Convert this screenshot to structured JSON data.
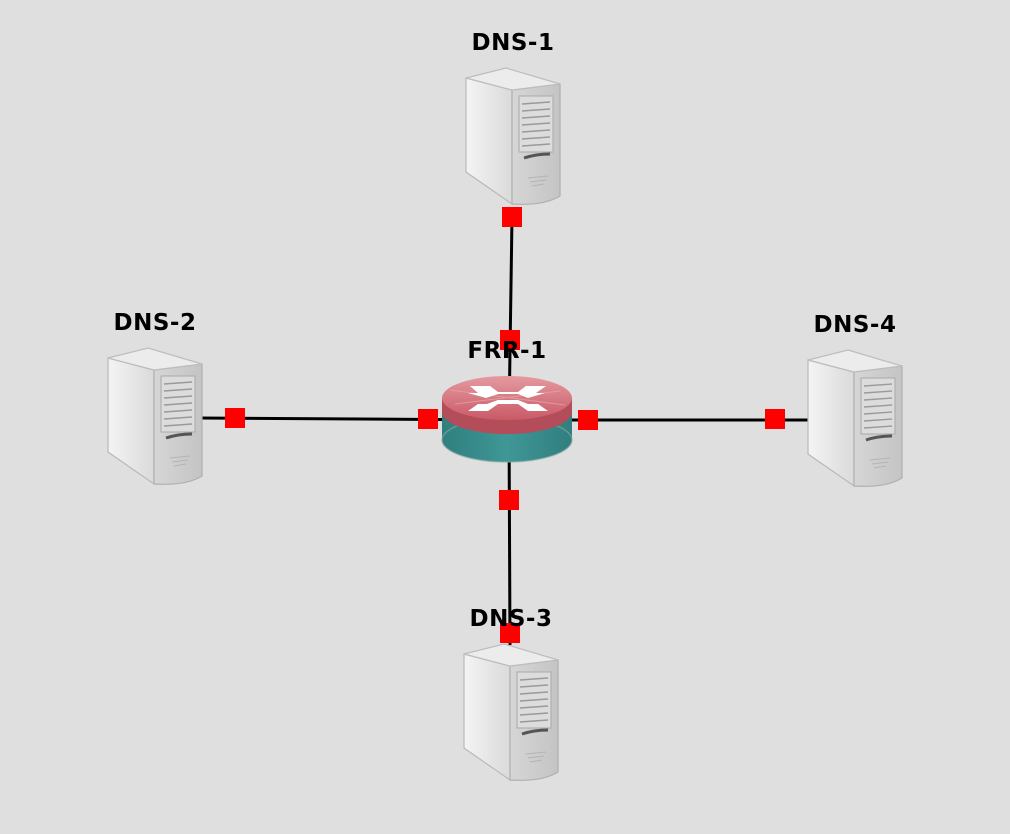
{
  "canvas": {
    "background": "#dfdfdf"
  },
  "colors": {
    "port": "#ff0000",
    "link": "#000000",
    "router_top": "#d9707a",
    "router_body": "#3c8f8e",
    "server_body": "#e8e8e8"
  },
  "nodes": [
    {
      "id": "dns1",
      "label": "DNS-1",
      "icon": "server-icon"
    },
    {
      "id": "dns2",
      "label": "DNS-2",
      "icon": "server-icon"
    },
    {
      "id": "dns3",
      "label": "DNS-3",
      "icon": "server-icon"
    },
    {
      "id": "dns4",
      "label": "DNS-4",
      "icon": "server-icon"
    },
    {
      "id": "frr1",
      "label": "FRR-1",
      "icon": "router-icon"
    }
  ],
  "links": [
    {
      "from": "frr1",
      "to": "dns1"
    },
    {
      "from": "frr1",
      "to": "dns2"
    },
    {
      "from": "frr1",
      "to": "dns3"
    },
    {
      "from": "frr1",
      "to": "dns4"
    }
  ]
}
